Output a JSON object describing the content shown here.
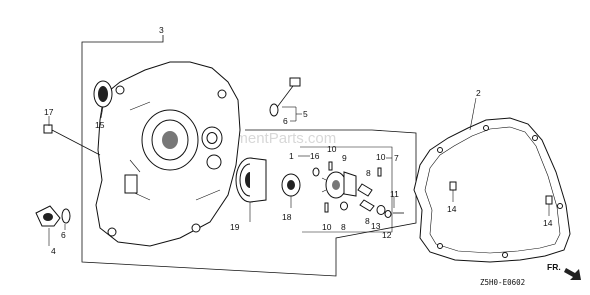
{
  "diagram": {
    "callouts": {
      "c3": "3",
      "c2": "2",
      "c17": "17",
      "c15": "15",
      "c5": "5",
      "c6a": "6",
      "c1": "1",
      "c16": "16",
      "c10a": "10",
      "c9": "9",
      "c10b": "10",
      "c7": "7",
      "c8a": "8",
      "c8b": "8",
      "c8c": "8",
      "c11": "11",
      "c12": "12",
      "c13": "13",
      "c14a": "14",
      "c14b": "14",
      "c18": "18",
      "c19": "19",
      "c10c": "10",
      "c4": "4",
      "c6b": "6"
    },
    "code": "Z5H0-E0602",
    "watermark": "eReplacementParts.com",
    "front_label": "FR."
  }
}
